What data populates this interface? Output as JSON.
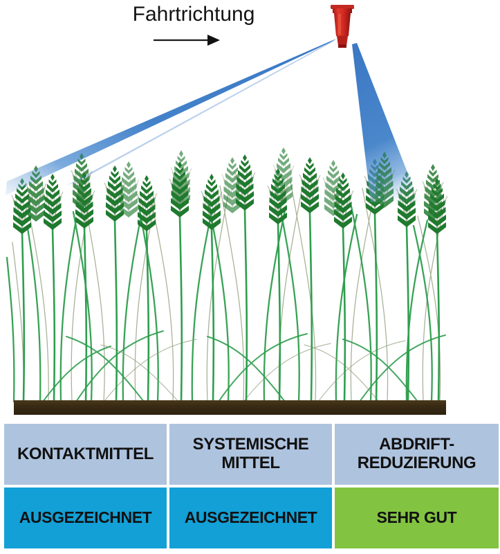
{
  "diagram": {
    "direction_label": "Fahrtrichtung",
    "direction_arrow_icon": "arrow-right-icon",
    "nozzle_icon": "spray-nozzle-icon",
    "nozzle_color": "#d32a22",
    "spray_color": "#2f73c2",
    "crop_color": "#2a8c3e",
    "crop_ear_color": "#1f7a2e",
    "soil_color": "#3a2b14",
    "background_color": "#ffffff",
    "scene_description": "Sprayer nozzle spraying two blue fan jets over a wheat crop standing on dark soil"
  },
  "rating_table": {
    "columns": [
      {
        "header": "KONTAKTMITTEL",
        "header_lines": [
          "KONTAKTMITTEL"
        ],
        "value": "AUSGEZEICHNET",
        "value_color": "#12a0d7",
        "header_color": "#aec3de"
      },
      {
        "header": "SYSTEMISCHE MITTEL",
        "header_lines": [
          "SYSTEMISCHE",
          "MITTEL"
        ],
        "value": "AUSGEZEICHNET",
        "value_color": "#12a0d7",
        "header_color": "#aec3de"
      },
      {
        "header": "ABDRIFT-REDUZIERUNG",
        "header_lines": [
          "ABDRIFT-",
          "REDUZIERUNG"
        ],
        "value": "SEHR GUT",
        "value_color": "#82c341",
        "header_color": "#aec3de"
      }
    ]
  }
}
